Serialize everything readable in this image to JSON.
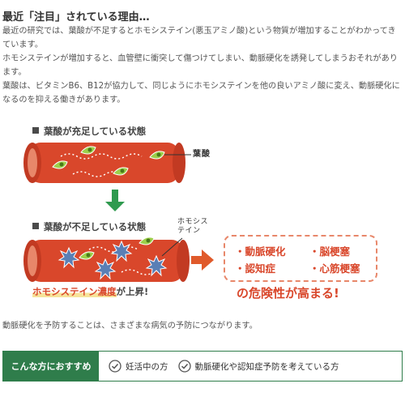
{
  "heading": "最近「注目」されている理由…",
  "intro": [
    "最近の研究では、葉酸が不足するとホモシステイン(悪玉アミノ酸)という物質が増加することがわかってきています。",
    "ホモシステインが増加すると、血管壁に衝突して傷つけてしまい、動脈硬化を誘発してしまうおそれがあります。",
    "葉酸は、ビタミンB6、B12が協力して、同じようにホモシステインを他の良いアミノ酸に変え、動脈硬化になるのを抑える働きがあります。"
  ],
  "figure": {
    "state_sufficient": "葉酸が充足している状態",
    "state_deficient": "葉酸が不足している状態",
    "folate_callout": "葉酸",
    "homocysteine_callout": "ホモシステイン",
    "risks": [
      "・動脈硬化",
      "・脳梗塞",
      "・認知症",
      "・心筋梗塞"
    ],
    "danger_line": "の危険性が高まる!",
    "rise_emphasis": "ホモシステイン濃度",
    "rise_rest": "が上昇!",
    "colors": {
      "vessel": "#d9472b",
      "vessel_inner": "#e8876a",
      "folate": "#9ccf4a",
      "homocysteine": "#5a7fb5",
      "arrow_down": "#2f9a4f",
      "arrow_right": "#e05a2b"
    }
  },
  "prevent_text": "動脈硬化を予防することは、さまざまな病気の予防につながります。",
  "recommend": {
    "label": "こんな方におすすめ",
    "items": [
      {
        "icon": "check-circle-icon",
        "text": "妊活中の方"
      },
      {
        "icon": "check-circle-icon",
        "text": "動脈硬化や認知症予防を考えている方"
      }
    ],
    "accent": "#2f7d4b"
  }
}
